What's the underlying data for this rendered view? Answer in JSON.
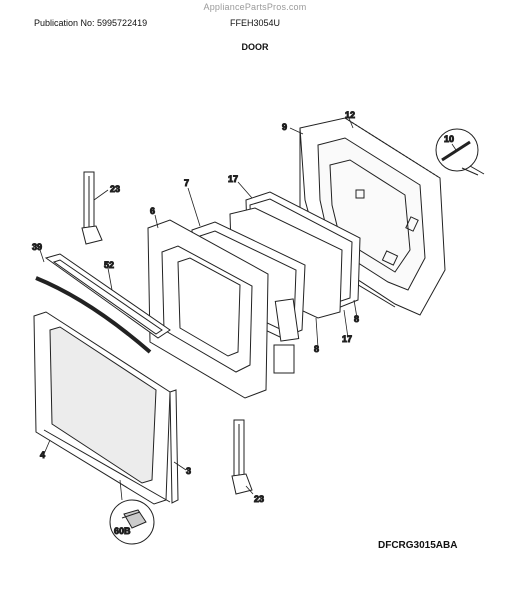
{
  "watermark": "AppliancePartsPros.com",
  "header": {
    "publication": "Publication No: 5995722419",
    "model": "FFEH3054U"
  },
  "section_title": "DOOR",
  "diagram_code": "DFCRG3015ABA",
  "callouts": [
    {
      "id": "c12",
      "text": "12"
    },
    {
      "id": "c9",
      "text": "9"
    },
    {
      "id": "c10",
      "text": "10"
    },
    {
      "id": "c23a",
      "text": "23"
    },
    {
      "id": "c7",
      "text": "7"
    },
    {
      "id": "c17a",
      "text": "17"
    },
    {
      "id": "c6",
      "text": "6"
    },
    {
      "id": "c39",
      "text": "39"
    },
    {
      "id": "c52",
      "text": "52"
    },
    {
      "id": "c8a",
      "text": "8"
    },
    {
      "id": "c8b",
      "text": "8"
    },
    {
      "id": "c17b",
      "text": "17"
    },
    {
      "id": "c4",
      "text": "4"
    },
    {
      "id": "c3",
      "text": "3"
    },
    {
      "id": "c23b",
      "text": "23"
    },
    {
      "id": "c60b",
      "text": "60B"
    }
  ]
}
